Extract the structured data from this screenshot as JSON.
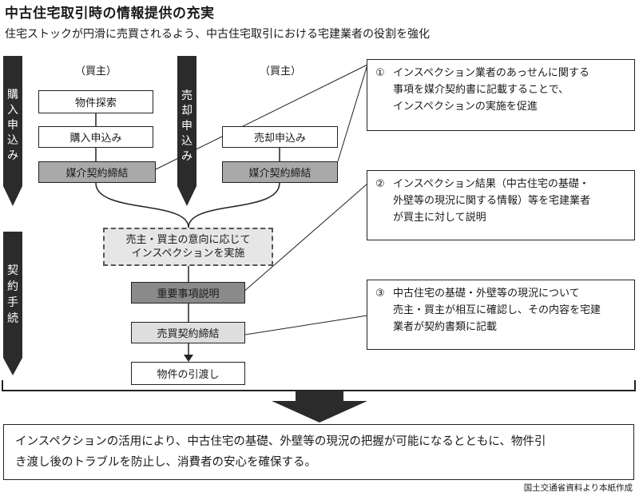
{
  "title": "中古住宅取引時の情報提供の充実",
  "subtitle": "住宅ストックが円滑に売買されるよう、中古住宅取引における宅建業者の役割を強化",
  "side_labels": {
    "purchase": [
      "購",
      "入",
      "申",
      "込",
      "み"
    ],
    "sale": [
      "売",
      "却",
      "申",
      "込",
      "み"
    ],
    "contract": [
      "契",
      "約",
      "手",
      "続"
    ]
  },
  "roles": {
    "buyer": "（買主）",
    "seller": "（買主）"
  },
  "flow": {
    "property_search": "物件探索",
    "purchase_application": "購入申込み",
    "brokerage_contract_buyer": "媒介契約締結",
    "sale_application": "売却申込み",
    "brokerage_contract_seller": "媒介契約締結",
    "inspection": [
      "売主・買主の意向に応じて",
      "インスペクションを実施"
    ],
    "important_matters": "重要事項説明",
    "sales_contract": "売買契約締結",
    "handover": "物件の引渡し"
  },
  "notes": [
    {
      "num": "①",
      "lines": [
        "インスペクション業者のあっせんに関する",
        "事項を媒介契約書に記載することで、",
        "インスペクションの実施を促進"
      ]
    },
    {
      "num": "②",
      "lines": [
        "インスペクション結果（中古住宅の基礎・",
        "外壁等の現況に関する情報）等を宅建業者",
        "が買主に対して説明"
      ]
    },
    {
      "num": "③",
      "lines": [
        "中古住宅の基礎・外壁等の現況について",
        "売主・買主が相互に確認し、その内容を宅建",
        "業者が契約書類に記載"
      ]
    }
  ],
  "conclusion": [
    "インスペクションの活用により、中古住宅の基礎、外壁等の現況の把握が可能になるとともに、物件引",
    "き渡し後のトラブルを防止し、消費者の安心を確保する。"
  ],
  "credit": "国土交通省資料より本紙作成"
}
